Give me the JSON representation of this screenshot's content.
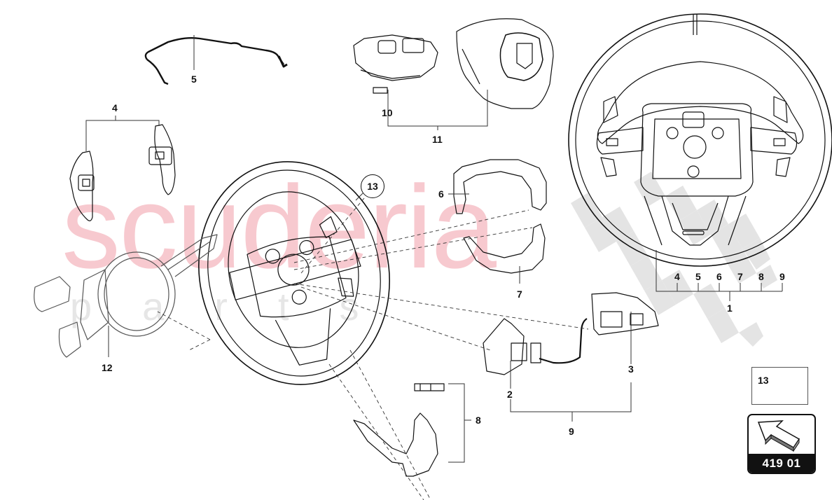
{
  "diagram": {
    "type": "exploded-parts-diagram",
    "subject": "steering wheel assembly",
    "watermark": {
      "main_text": "scuderia",
      "sub_text": "parts",
      "main_color": "#f7c9cf",
      "sub_color": "#e6e6e6"
    },
    "page_code": "419 01",
    "callouts": [
      {
        "id": "c1",
        "label": "1",
        "part": "steering wheel complete",
        "group": [
          "4",
          "5",
          "6",
          "7",
          "8",
          "9"
        ]
      },
      {
        "id": "c2",
        "label": "2",
        "part": "left multifunction switch"
      },
      {
        "id": "c3",
        "label": "3",
        "part": "right multifunction switch with harness"
      },
      {
        "id": "c4",
        "label": "4",
        "part": "shift paddles (left/right)"
      },
      {
        "id": "c5",
        "label": "5",
        "part": "wiring harness"
      },
      {
        "id": "c6",
        "label": "6",
        "part": "upper trim cover"
      },
      {
        "id": "c7",
        "label": "7",
        "part": "lower trim cover"
      },
      {
        "id": "c8",
        "label": "8",
        "part": "lower spoke trim with insert"
      },
      {
        "id": "c9",
        "label": "9",
        "part": "switch set",
        "group": [
          "2",
          "3"
        ]
      },
      {
        "id": "c10",
        "label": "10",
        "part": "airbag wiring / connector"
      },
      {
        "id": "c11",
        "label": "11",
        "part": "driver airbag unit",
        "group": [
          "10"
        ]
      },
      {
        "id": "c12",
        "label": "12",
        "part": "steering column switch with clock spring"
      },
      {
        "id": "c13",
        "label": "13",
        "part": "screw / fastener"
      }
    ],
    "group_bracket_1_labels": [
      "4",
      "5",
      "6",
      "7",
      "8",
      "9"
    ],
    "group_bracket_1_total": "1",
    "group_bracket_11_labels": [
      "10"
    ],
    "group_bracket_11_total": "11",
    "group_bracket_9_labels": [
      "2",
      "3"
    ],
    "group_bracket_9_total": "9",
    "paddle_label": "4",
    "harness_label": "5",
    "upper_trim_label": "6",
    "lower_trim_label": "7",
    "spoke_trim_label": "8",
    "column_switch_label": "12",
    "fastener_circle_label": "13",
    "fastener_box_label": "13",
    "colors": {
      "line": "#111111",
      "checker": "#dcdcdc",
      "badge_bg": "#111111",
      "badge_text": "#ffffff"
    }
  }
}
